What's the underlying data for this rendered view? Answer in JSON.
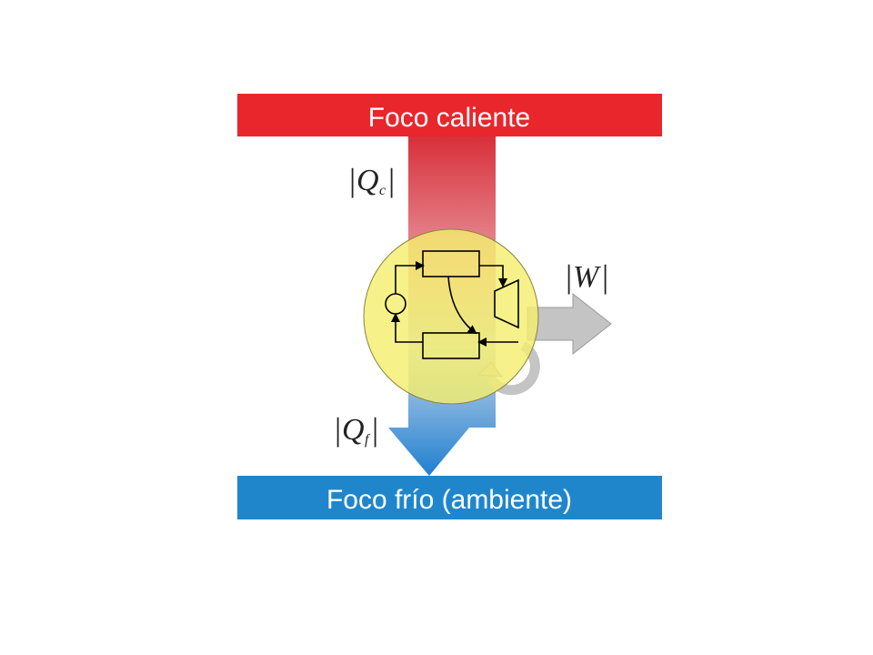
{
  "hot_reservoir": {
    "label": "Foco caliente",
    "color": "#e8262c"
  },
  "cold_reservoir": {
    "label": "Foco frío (ambiente)",
    "color": "#1f86cc"
  },
  "heat_in": {
    "symbol": "Q",
    "subscript": "c"
  },
  "heat_out": {
    "symbol": "Q",
    "subscript": "f"
  },
  "work": {
    "symbol": "W"
  },
  "engine": {
    "color": "#f4ee6e"
  }
}
